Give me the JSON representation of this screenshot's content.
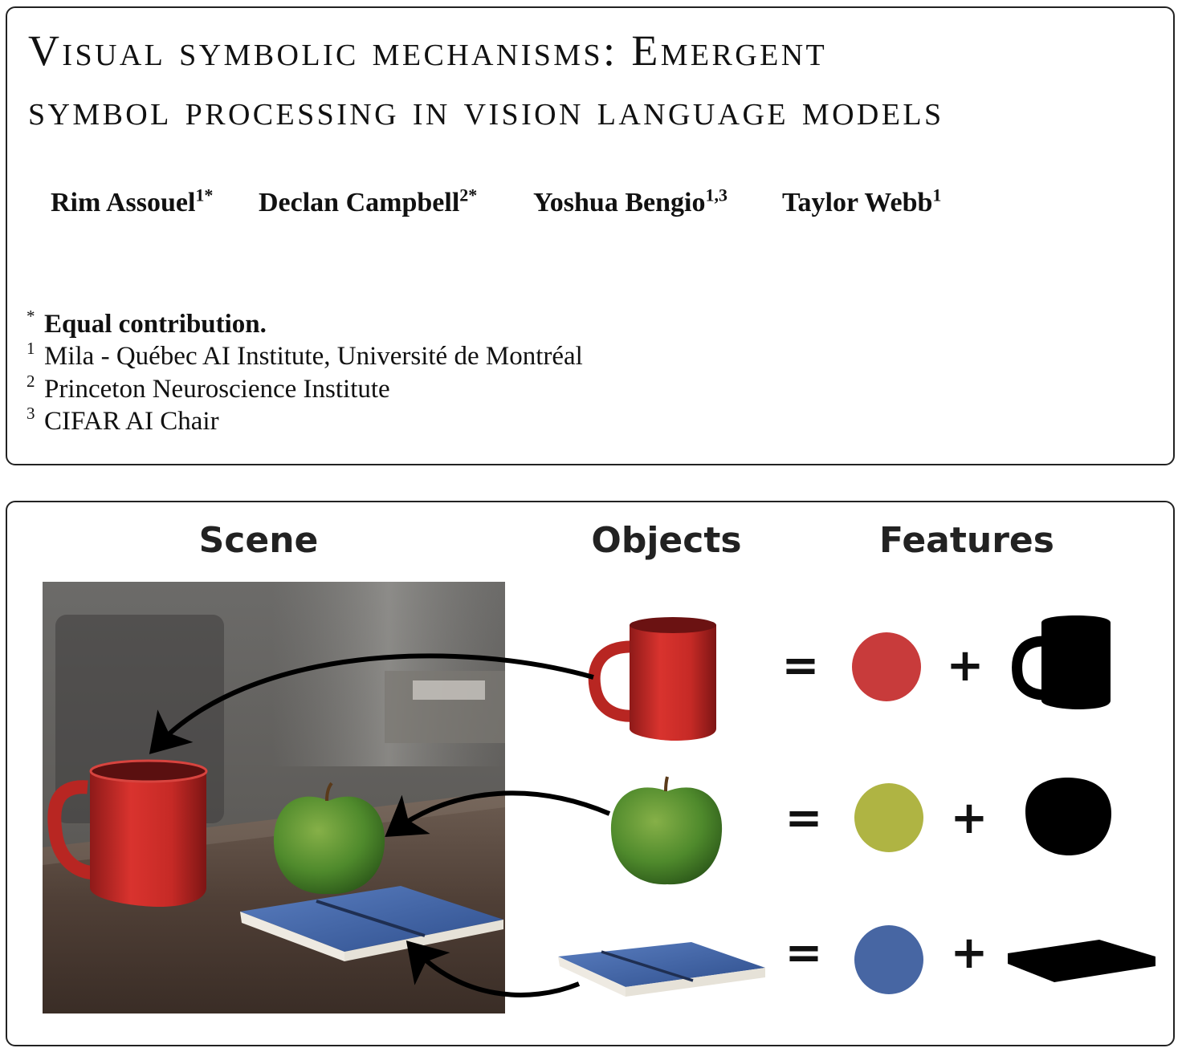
{
  "title": {
    "line1": "Visual symbolic mechanisms: Emergent",
    "line2": "symbol processing in vision language models"
  },
  "authors": [
    {
      "name": "Rim Assouel",
      "sup": "1*"
    },
    {
      "name": "Declan Campbell",
      "sup": "2*"
    },
    {
      "name": "Yoshua Bengio",
      "sup": "1,3"
    },
    {
      "name": "Taylor Webb",
      "sup": "1"
    }
  ],
  "notes": [
    {
      "mark": "*",
      "text": "Equal contribution."
    },
    {
      "mark": "1",
      "text": "Mila - Québec AI Institute, Université de Montréal"
    },
    {
      "mark": "2",
      "text": "Princeton Neuroscience Institute"
    },
    {
      "mark": "3",
      "text": "CIFAR AI Chair"
    }
  ],
  "figure": {
    "headers": {
      "scene": "Scene",
      "objects": "Objects",
      "features": "Features"
    },
    "equals_symbol": "=",
    "plus_symbol": "+",
    "rows": [
      {
        "object": "mug",
        "color": "#c83b3b",
        "shape_icon": "mug-silhouette-icon"
      },
      {
        "object": "apple",
        "color": "#afb443",
        "shape_icon": "apple-silhouette-icon"
      },
      {
        "object": "book",
        "color": "#4766a3",
        "shape_icon": "book-silhouette-icon"
      }
    ]
  }
}
